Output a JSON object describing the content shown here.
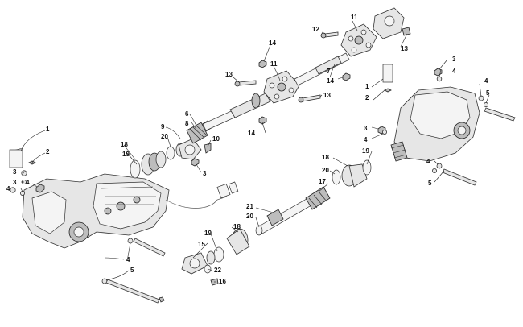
{
  "diagram": {
    "callouts": [
      {
        "id": "c1a",
        "text": "1"
      },
      {
        "id": "c2a",
        "text": "2"
      },
      {
        "id": "c3a",
        "text": "3"
      },
      {
        "id": "c3b",
        "text": "3"
      },
      {
        "id": "c4a",
        "text": "4"
      },
      {
        "id": "c4b",
        "text": "4"
      },
      {
        "id": "c4c",
        "text": "4"
      },
      {
        "id": "c5a",
        "text": "5"
      },
      {
        "id": "c18a",
        "text": "18"
      },
      {
        "id": "c19a",
        "text": "19"
      },
      {
        "id": "c20a",
        "text": "20"
      },
      {
        "id": "c9",
        "text": "9"
      },
      {
        "id": "c6",
        "text": "6"
      },
      {
        "id": "c8",
        "text": "8"
      },
      {
        "id": "c10",
        "text": "10"
      },
      {
        "id": "c3c",
        "text": "3"
      },
      {
        "id": "c13a",
        "text": "13"
      },
      {
        "id": "c11a",
        "text": "11"
      },
      {
        "id": "c14a",
        "text": "14"
      },
      {
        "id": "c13b",
        "text": "13"
      },
      {
        "id": "c14b",
        "text": "14"
      },
      {
        "id": "c12",
        "text": "12"
      },
      {
        "id": "c11b",
        "text": "11"
      },
      {
        "id": "c13c",
        "text": "13"
      },
      {
        "id": "c7",
        "text": "7"
      },
      {
        "id": "c14c",
        "text": "14"
      },
      {
        "id": "c3d",
        "text": "3"
      },
      {
        "id": "c4d",
        "text": "4"
      },
      {
        "id": "c4e",
        "text": "4"
      },
      {
        "id": "c5b",
        "text": "5"
      },
      {
        "id": "c1b",
        "text": "1"
      },
      {
        "id": "c2b",
        "text": "2"
      },
      {
        "id": "c3e",
        "text": "3"
      },
      {
        "id": "c4f",
        "text": "4"
      },
      {
        "id": "c19b",
        "text": "19"
      },
      {
        "id": "c18b",
        "text": "18"
      },
      {
        "id": "c20b",
        "text": "20"
      },
      {
        "id": "c17",
        "text": "17"
      },
      {
        "id": "c4g",
        "text": "4"
      },
      {
        "id": "c5c",
        "text": "5"
      },
      {
        "id": "c21",
        "text": "21"
      },
      {
        "id": "c20c",
        "text": "20"
      },
      {
        "id": "c19c",
        "text": "19"
      },
      {
        "id": "c18c",
        "text": "18"
      },
      {
        "id": "c15",
        "text": "15"
      },
      {
        "id": "c22",
        "text": "22"
      },
      {
        "id": "c16",
        "text": "16"
      }
    ]
  }
}
